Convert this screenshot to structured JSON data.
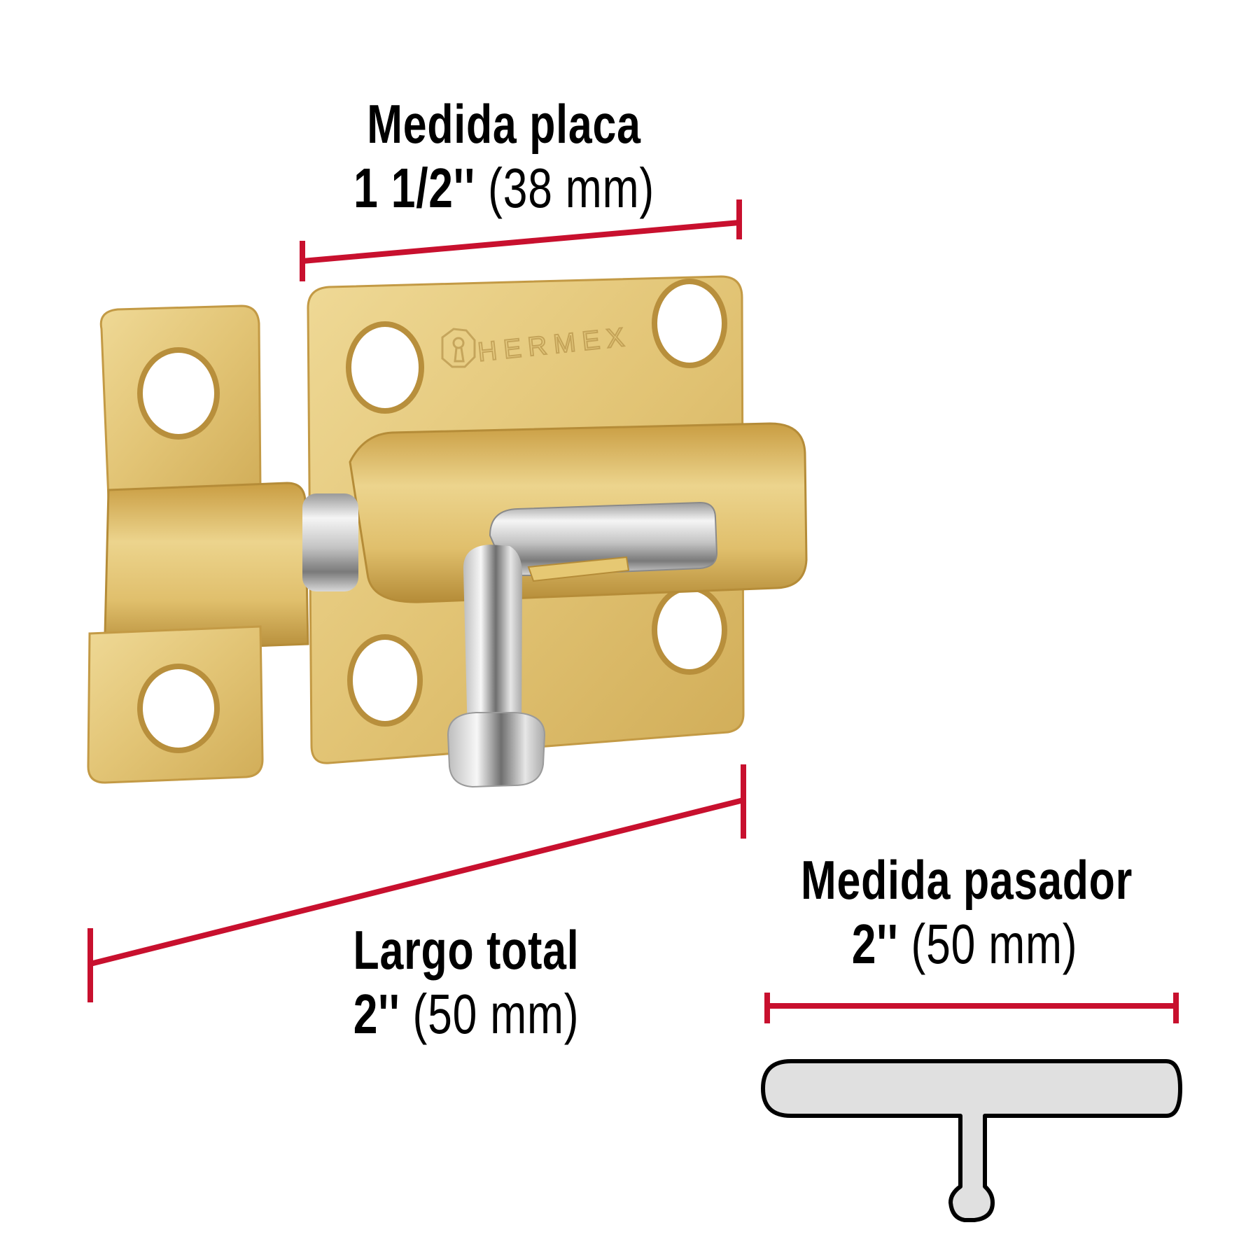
{
  "brand": "HERMEX",
  "colors": {
    "dimension_line": "#c8102e",
    "brass_light": "#ecd591",
    "brass_mid": "#dfc072",
    "brass_dark": "#b38a34",
    "chrome_light": "#f4f4f4",
    "chrome_dark": "#6e6e6e",
    "pin_diagram_fill": "#e0e0e0",
    "pin_diagram_stroke": "#000000",
    "text": "#000000",
    "background": "#ffffff"
  },
  "dimensions": {
    "plate": {
      "title": "Medida placa",
      "value_imperial": "1 1/2''",
      "value_metric": "(38 mm)"
    },
    "total_length": {
      "title": "Largo total",
      "value_imperial": "2''",
      "value_metric": "(50 mm)"
    },
    "bolt": {
      "title": "Medida pasador",
      "value_imperial": "2''",
      "value_metric": "(50 mm)"
    }
  }
}
